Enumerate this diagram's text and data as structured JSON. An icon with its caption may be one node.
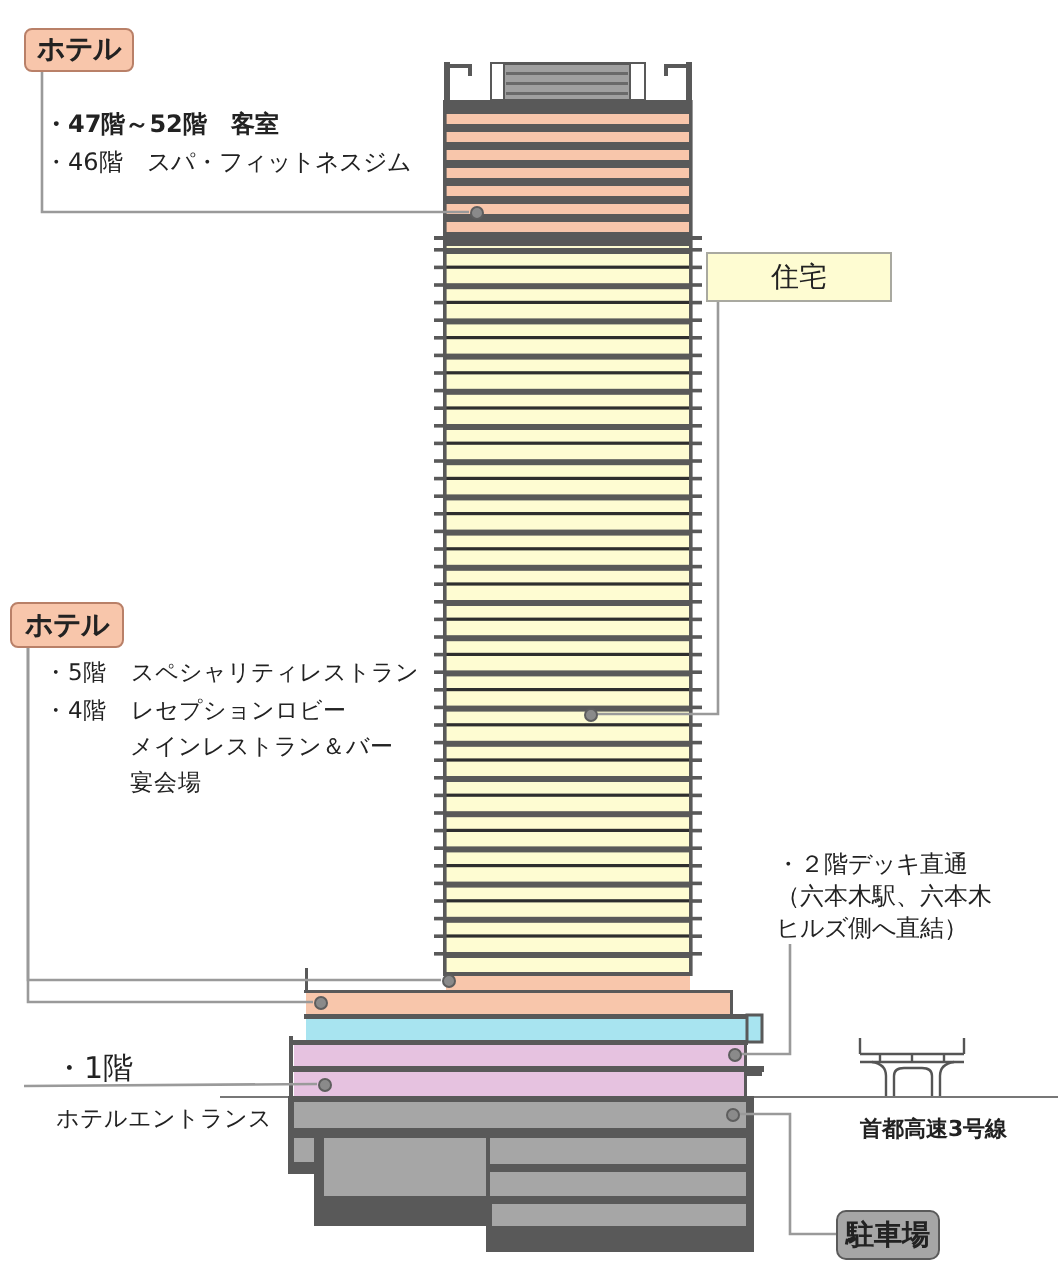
{
  "diagram": {
    "nodes": [
      {
        "text": [
          "ホテル"
        ],
        "beside": [
          "・47階～52階　客室",
          "・46階　スパ・フィットネスジム"
        ]
      },
      {
        "text": [],
        "shape": "circle"
      },
      {
        "text": [
          "住宅"
        ]
      },
      {
        "text": [],
        "shape": "circle"
      },
      {
        "text": [
          "ホテル"
        ],
        "beside": [
          "・5階　スペシャリティレストラン",
          "・4階　レセプションロビー",
          "メインレストラン＆バー",
          "宴会場"
        ]
      },
      {
        "text": [],
        "shape": "circle"
      },
      {
        "text": [],
        "shape": "circle"
      },
      {
        "text": [
          "・２階デッキ直通",
          "（六本木駅、六本木ヒルズ側へ直結）"
        ]
      },
      {
        "text": [],
        "shape": "circle"
      },
      {
        "text": [
          "・1階"
        ],
        "beside": [
          "ホテルエントランス"
        ]
      },
      {
        "text": [],
        "shape": "circle"
      },
      {
        "text": [
          "駐車場"
        ]
      },
      {
        "text": [],
        "shape": "circle"
      }
    ],
    "edges": [
      {
        "from": 0,
        "to": 1,
        "arrow": "none"
      },
      {
        "from": 2,
        "to": 3,
        "arrow": "none"
      },
      {
        "from": 4,
        "to": 5,
        "arrow": "none"
      },
      {
        "from": 4,
        "to": 6,
        "arrow": "none"
      },
      {
        "from": 7,
        "to": 8,
        "arrow": "none"
      },
      {
        "from": 9,
        "to": 10,
        "arrow": "none"
      },
      {
        "from": 11,
        "to": 12,
        "arrow": "none"
      }
    ],
    "labels": [
      "首都高速3号線"
    ]
  }
}
